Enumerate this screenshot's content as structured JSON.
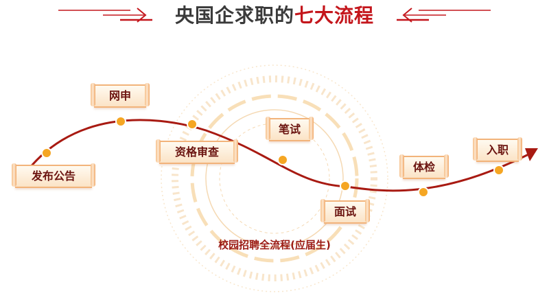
{
  "title": {
    "part1": "央国企求职的",
    "part2": "七大流程"
  },
  "steps": [
    {
      "label": "发布公告"
    },
    {
      "label": "网申"
    },
    {
      "label": "资格审查"
    },
    {
      "label": "笔试"
    },
    {
      "label": "面试"
    },
    {
      "label": "体检"
    },
    {
      "label": "入职"
    }
  ],
  "subtitle": "校园招聘全流程(应届生)",
  "colors": {
    "curve": "#a81a12",
    "dot": "#f5a623",
    "title_accent": "#c4161c",
    "ring": "#f6d7a6"
  }
}
